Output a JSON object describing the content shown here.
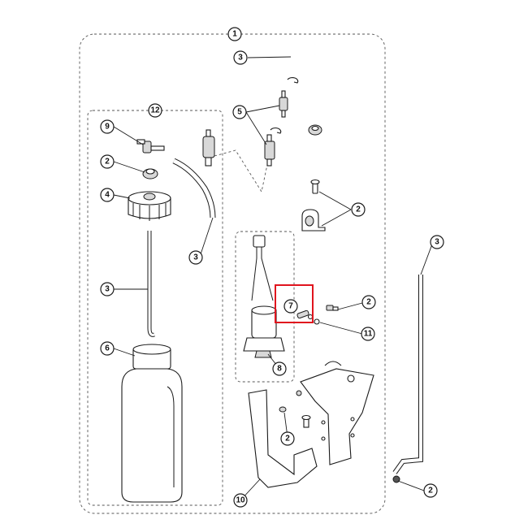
{
  "colors": {
    "line": "#1a1a1a",
    "part_fill": "#ffffff",
    "part_shade": "#d8d8d8",
    "highlight": "#e0141e"
  },
  "assemblies": {
    "main": "1",
    "tank": "12",
    "pump": "8"
  },
  "callouts": {
    "c1": "1",
    "c3_top": "3",
    "c5": "5",
    "c12": "12",
    "c9": "9",
    "c2_grommet": "2",
    "c4": "4",
    "c3_left": "3",
    "c6": "6",
    "c3_mid": "3",
    "c2_clamp": "2",
    "c7": "7",
    "c2_clip": "2",
    "c11": "11",
    "c8": "8",
    "c3_right": "3",
    "c2_bracket": "2",
    "c10": "10",
    "c2_bottom": "2"
  },
  "highlighted_callout": "7"
}
